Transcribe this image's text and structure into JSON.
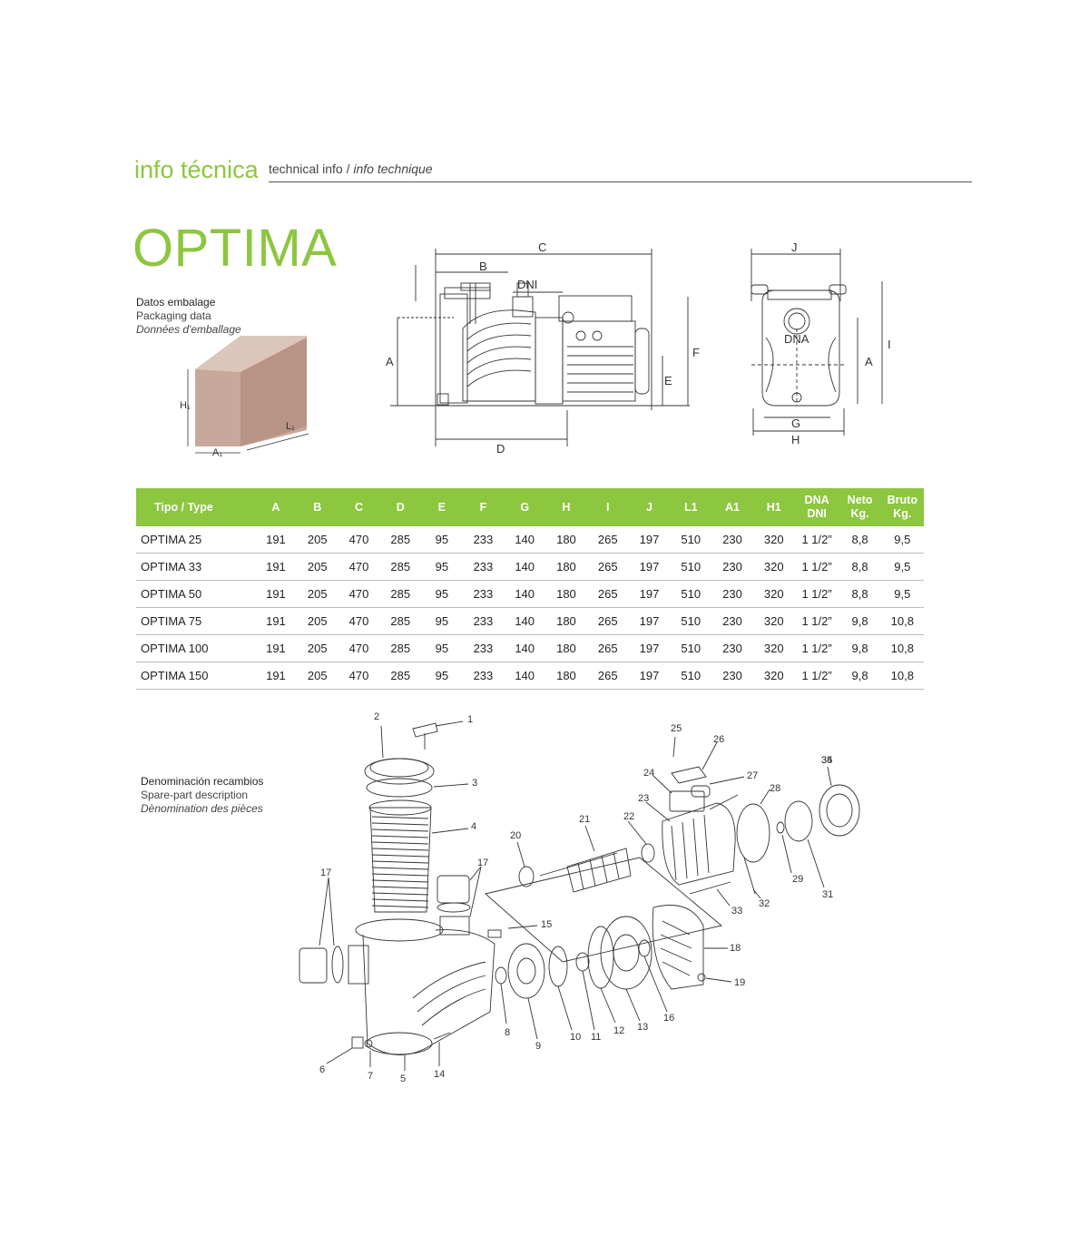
{
  "header": {
    "title_es": "info técnica",
    "title_en": "technical info /",
    "title_fr": "info technique"
  },
  "product_title": "OPTIMA",
  "packaging": {
    "es": "Datos embalage",
    "en": "Packaging data",
    "fr": "Données d'emballage",
    "labels": {
      "h": "H₁",
      "l": "L₁",
      "a": "A₁"
    }
  },
  "dimensions_side": {
    "c": "C",
    "b": "B",
    "dni": "DNI",
    "a": "A",
    "f": "F",
    "e": "E",
    "d": "D"
  },
  "dimensions_front": {
    "j": "J",
    "dna": "DNA",
    "i": "I",
    "a": "A",
    "g": "G",
    "h": "H"
  },
  "table": {
    "headers": [
      {
        "l1": "Tipo / Type"
      },
      {
        "l1": "A"
      },
      {
        "l1": "B"
      },
      {
        "l1": "C"
      },
      {
        "l1": "D"
      },
      {
        "l1": "E"
      },
      {
        "l1": "F"
      },
      {
        "l1": "G"
      },
      {
        "l1": "H"
      },
      {
        "l1": "I"
      },
      {
        "l1": "J"
      },
      {
        "l1": "L1"
      },
      {
        "l1": "A1"
      },
      {
        "l1": "H1"
      },
      {
        "l1": "DNA",
        "l2": "DNI"
      },
      {
        "l1": "Neto",
        "l2": "Kg."
      },
      {
        "l1": "Bruto",
        "l2": "Kg."
      }
    ],
    "rows": [
      [
        "OPTIMA 25",
        "191",
        "205",
        "470",
        "285",
        "95",
        "233",
        "140",
        "180",
        "265",
        "197",
        "510",
        "230",
        "320",
        "1 1/2”",
        "8,8",
        "9,5"
      ],
      [
        "OPTIMA 33",
        "191",
        "205",
        "470",
        "285",
        "95",
        "233",
        "140",
        "180",
        "265",
        "197",
        "510",
        "230",
        "320",
        "1 1/2”",
        "8,8",
        "9,5"
      ],
      [
        "OPTIMA 50",
        "191",
        "205",
        "470",
        "285",
        "95",
        "233",
        "140",
        "180",
        "265",
        "197",
        "510",
        "230",
        "320",
        "1 1/2”",
        "8,8",
        "9,5"
      ],
      [
        "OPTIMA 75",
        "191",
        "205",
        "470",
        "285",
        "95",
        "233",
        "140",
        "180",
        "265",
        "197",
        "510",
        "230",
        "320",
        "1 1/2”",
        "9,8",
        "10,8"
      ],
      [
        "OPTIMA 100",
        "191",
        "205",
        "470",
        "285",
        "95",
        "233",
        "140",
        "180",
        "265",
        "197",
        "510",
        "230",
        "320",
        "1 1/2”",
        "9,8",
        "10,8"
      ],
      [
        "OPTIMA 150",
        "191",
        "205",
        "470",
        "285",
        "95",
        "233",
        "140",
        "180",
        "265",
        "197",
        "510",
        "230",
        "320",
        "1 1/2”",
        "9,8",
        "10,8"
      ]
    ]
  },
  "spare_parts": {
    "es": "Denominación recambios",
    "en": "Spare-part description",
    "fr": "Dènomination des pièces",
    "numbers": [
      "1",
      "2",
      "3",
      "4",
      "5",
      "6",
      "7",
      "8",
      "9",
      "10",
      "11",
      "12",
      "13",
      "14",
      "15",
      "16",
      "17",
      "17",
      "18",
      "19",
      "20",
      "21",
      "22",
      "23",
      "24",
      "25",
      "26",
      "27",
      "28",
      "29",
      "31",
      "32",
      "33",
      "34",
      "35"
    ]
  },
  "colors": {
    "accent": "#8dc63f",
    "box": "#c9a89c"
  }
}
